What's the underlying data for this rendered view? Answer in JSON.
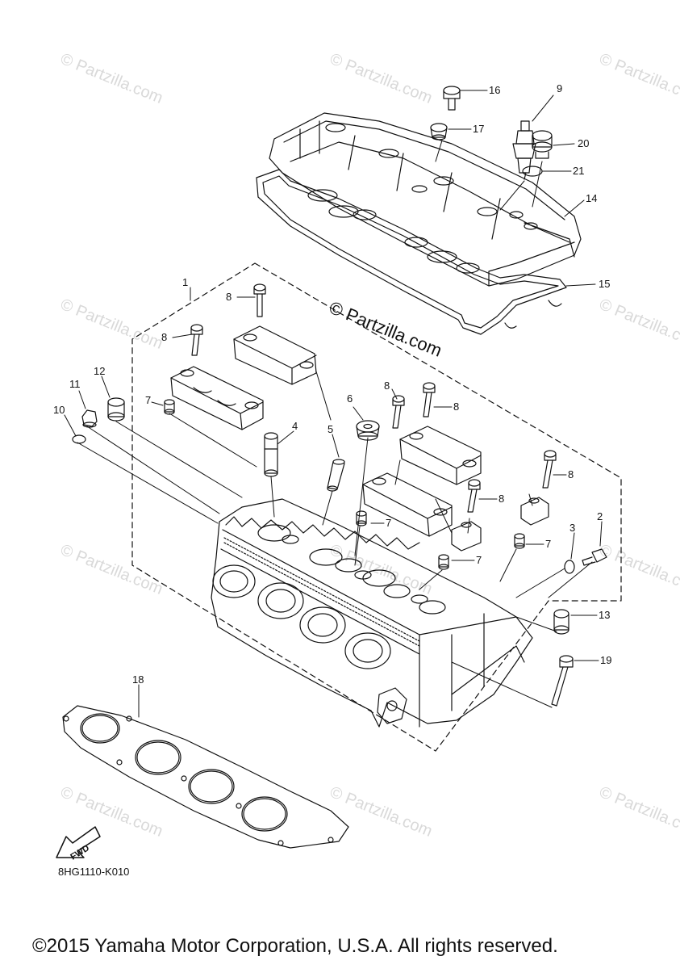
{
  "watermark": "© Partzilla.com",
  "main_watermark": "© Partzilla.com",
  "fwd_label": "FWD",
  "diagram_code": "8HG1110-K010",
  "copyright": "©2015 Yamaha Motor Corporation, U.S.A. All rights reserved.",
  "callouts": [
    {
      "id": "c1",
      "label": "1"
    },
    {
      "id": "c2",
      "label": "2"
    },
    {
      "id": "c3",
      "label": "3"
    },
    {
      "id": "c4",
      "label": "4"
    },
    {
      "id": "c5",
      "label": "5"
    },
    {
      "id": "c6",
      "label": "6"
    },
    {
      "id": "c7a",
      "label": "7"
    },
    {
      "id": "c7b",
      "label": "7"
    },
    {
      "id": "c7c",
      "label": "7"
    },
    {
      "id": "c7d",
      "label": "7"
    },
    {
      "id": "c8a",
      "label": "8"
    },
    {
      "id": "c8b",
      "label": "8"
    },
    {
      "id": "c8c",
      "label": "8"
    },
    {
      "id": "c8d",
      "label": "8"
    },
    {
      "id": "c8e",
      "label": "8"
    },
    {
      "id": "c8f",
      "label": "8"
    },
    {
      "id": "c9",
      "label": "9"
    },
    {
      "id": "c10",
      "label": "10"
    },
    {
      "id": "c11",
      "label": "11"
    },
    {
      "id": "c12",
      "label": "12"
    },
    {
      "id": "c13",
      "label": "13"
    },
    {
      "id": "c14",
      "label": "14"
    },
    {
      "id": "c15",
      "label": "15"
    },
    {
      "id": "c16",
      "label": "16"
    },
    {
      "id": "c17",
      "label": "17"
    },
    {
      "id": "c18",
      "label": "18"
    },
    {
      "id": "c19",
      "label": "19"
    },
    {
      "id": "c20",
      "label": "20"
    },
    {
      "id": "c21",
      "label": "21"
    }
  ]
}
